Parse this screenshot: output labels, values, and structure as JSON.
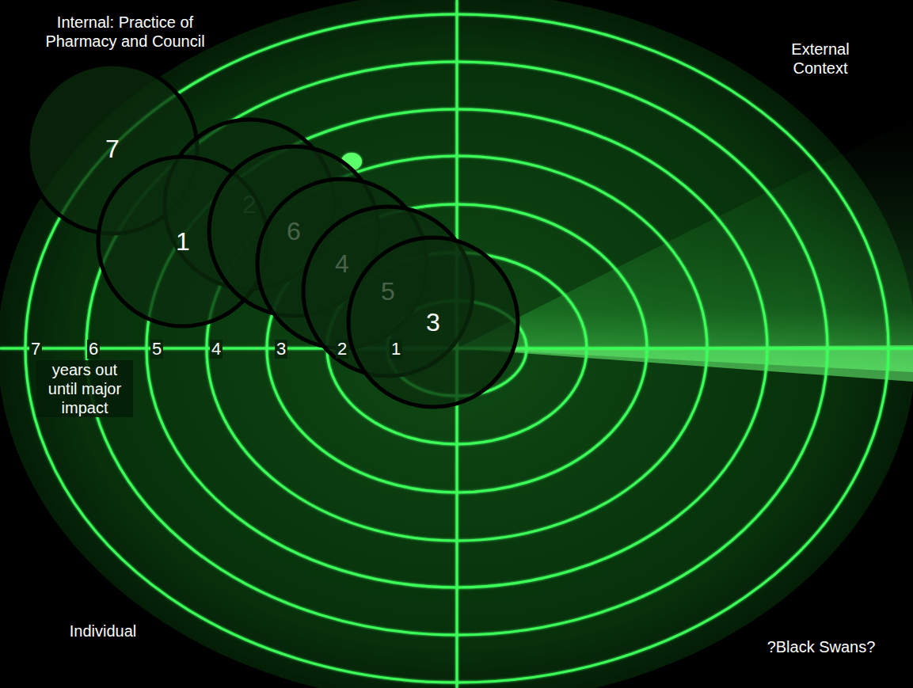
{
  "diagram": {
    "nodes": [
      {
        "text": [
          "7"
        ]
      },
      {
        "text": [
          "2"
        ]
      },
      {
        "text": [
          "1"
        ]
      },
      {
        "text": [
          "6"
        ]
      },
      {
        "text": [
          "4"
        ]
      },
      {
        "text": [
          "5"
        ]
      },
      {
        "text": [
          "3"
        ]
      }
    ],
    "labels": [
      "Internal: Practice of Pharmacy and Council",
      "External Context",
      "7",
      "6",
      "5",
      "4",
      "3",
      "2",
      "1",
      "years out until major impact",
      "Individual",
      "?Black Swans?"
    ]
  }
}
